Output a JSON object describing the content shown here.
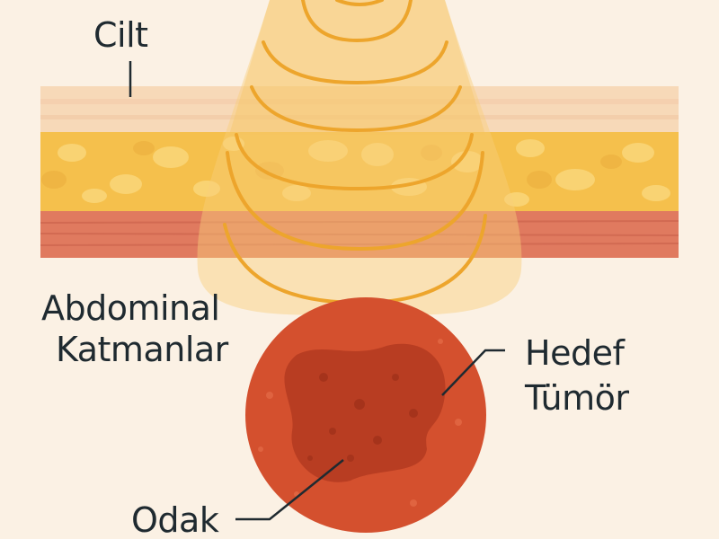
{
  "labels": {
    "skin": "Cilt",
    "abdominal_1": "Abdominal",
    "abdominal_2": "Katmanlar",
    "target_1": "Hedef",
    "target_2": "Tümör",
    "focus": "Odak"
  },
  "colors": {
    "background": "#fbf1e4",
    "skin": "#f7d9b8",
    "fat": "#f5c04c",
    "muscle": "#e07a5f",
    "beam": "#f5b53a",
    "tumor": "#d4502e",
    "tumor_core": "#b83d22"
  }
}
